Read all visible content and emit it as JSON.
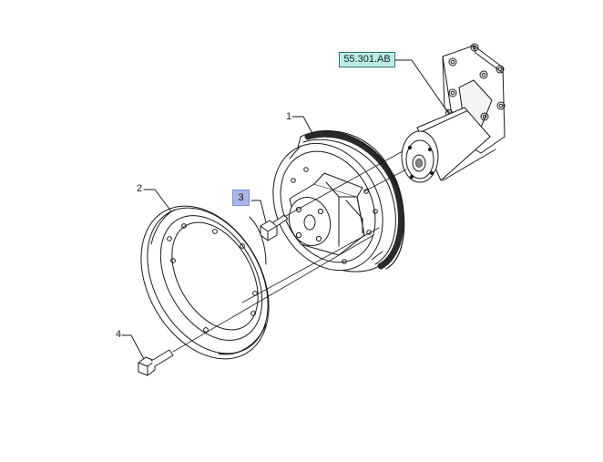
{
  "callouts": {
    "item1": "1",
    "item2": "2",
    "item3": "3",
    "item4": "4"
  },
  "reference": {
    "label": "55.301.AB"
  },
  "colors": {
    "line": "#1a1a1a",
    "reference_fill": "#b9ece4",
    "highlight_fill": "#a9b7e8",
    "belt_groove": "#333333"
  }
}
